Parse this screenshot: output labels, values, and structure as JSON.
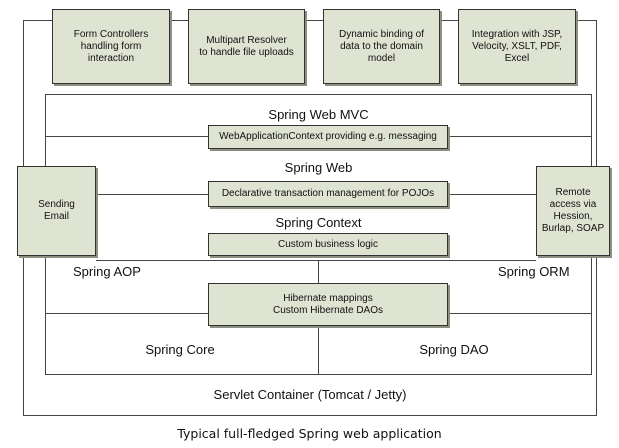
{
  "top_boxes": [
    {
      "text": "Form Controllers\nhandling form\ninteraction"
    },
    {
      "text": "Multipart Resolver\nto handle file uploads"
    },
    {
      "text": "Dynamic binding of\ndata to the domain\nmodel"
    },
    {
      "text": "Integration with JSP,\nVelocity, XSLT, PDF,\nExcel"
    }
  ],
  "layers": {
    "web_mvc": "Spring Web MVC",
    "web": "Spring Web",
    "context": "Spring Context",
    "aop": "Spring AOP",
    "orm": "Spring ORM",
    "core": "Spring Core",
    "dao": "Spring DAO",
    "container": "Servlet Container (Tomcat / Jetty)"
  },
  "inner_boxes": {
    "web_app_context": "WebApplicationContext providing e.g. messaging",
    "declarative_tx": "Declarative transaction management for POJOs",
    "business_logic": "Custom business logic",
    "hibernate": "Hibernate mappings\nCustom Hibernate DAOs"
  },
  "side_boxes": {
    "email": "Sending\nEmail",
    "remote": "Remote\naccess via\nHession,\nBurlap, SOAP"
  },
  "caption": "Typical full-fledged Spring web application"
}
